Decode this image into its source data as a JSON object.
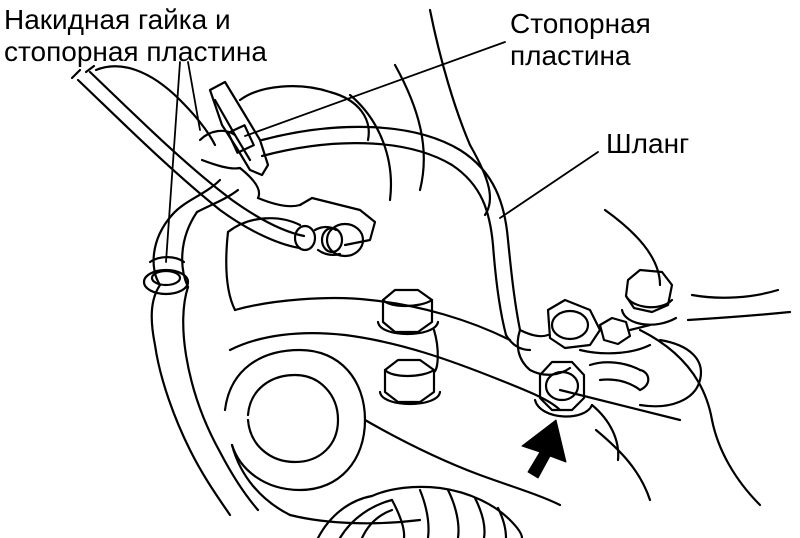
{
  "labels": {
    "flare_nut_line1": "Накидная гайка и",
    "flare_nut_line2": "стопорная пластина",
    "lock_plate_line1": "Стопорная",
    "lock_plate_line2": "пластина",
    "hose": "Шланг"
  },
  "colors": {
    "ink": "#000000",
    "paper": "#ffffff"
  },
  "icons": {
    "direction_arrow": "arrow-up-right-icon"
  }
}
